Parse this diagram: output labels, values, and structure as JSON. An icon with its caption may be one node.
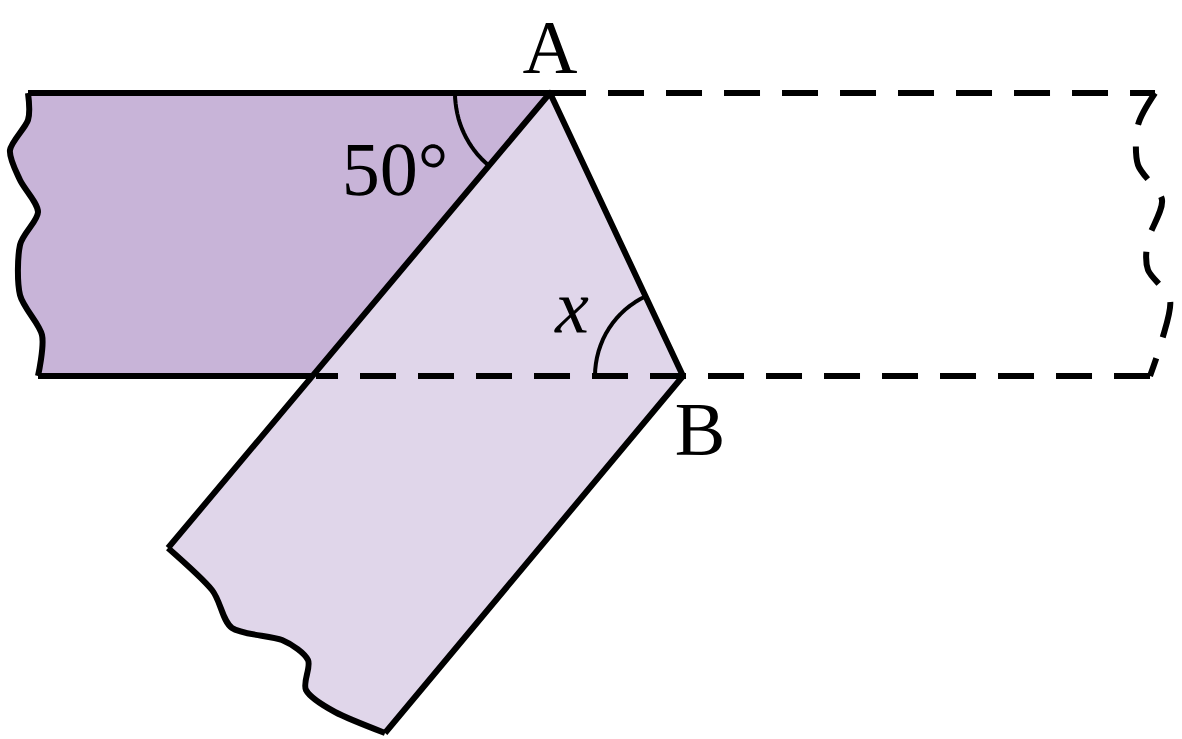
{
  "diagram": {
    "labels": [
      "A",
      "50°",
      "x",
      "B"
    ]
  }
}
